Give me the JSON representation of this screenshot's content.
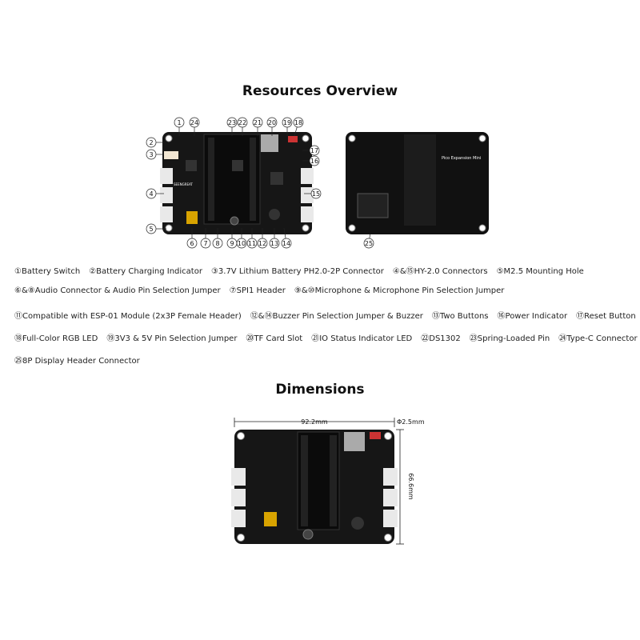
{
  "section1_title": "Resources Overview",
  "section2_title": "Dimensions",
  "back_board_label": "Pico Expansion Mini",
  "front_brand": "SEENGREAT",
  "callouts": [
    "1",
    "24",
    "2",
    "3",
    "23",
    "22",
    "21",
    "20",
    "19",
    "18",
    "17",
    "16",
    "4",
    "15",
    "5",
    "6",
    "7",
    "8",
    "9",
    "10",
    "11",
    "12",
    "13",
    "14",
    "25"
  ],
  "legend_rows": [
    [
      "①Battery Switch",
      "②Battery Charging Indicator",
      "③3.7V Lithium Battery PH2.0-2P Connector",
      "④&⑮HY-2.0 Connectors",
      "⑤M2.5 Mounting Hole"
    ],
    [
      "⑥&⑧Audio Connector & Audio Pin Selection Jumper",
      "⑦SPI1 Header",
      "⑨&⑩Microphone & Microphone Pin Selection Jumper"
    ],
    [
      "⑪Compatible with ESP-01 Module (2x3P Female Header)",
      "⑫&⑭Buzzer Pin Selection Jumper & Buzzer",
      "⑬Two Buttons",
      "⑯Power Indicator",
      "⑰Reset Button"
    ],
    [
      "⑱Full-Color RGB LED",
      "⑲3V3 & 5V Pin Selection Jumper",
      "⑳TF Card Slot",
      "㉑IO Status Indicator LED",
      "㉒DS1302",
      "㉓Spring-Loaded Pin",
      "㉔Type-C Connector"
    ],
    [
      "㉕8P Display Header Connector"
    ]
  ],
  "dim_width": "92.2mm",
  "dim_hole": "Φ2.5mm",
  "dim_height": "66.6mm"
}
